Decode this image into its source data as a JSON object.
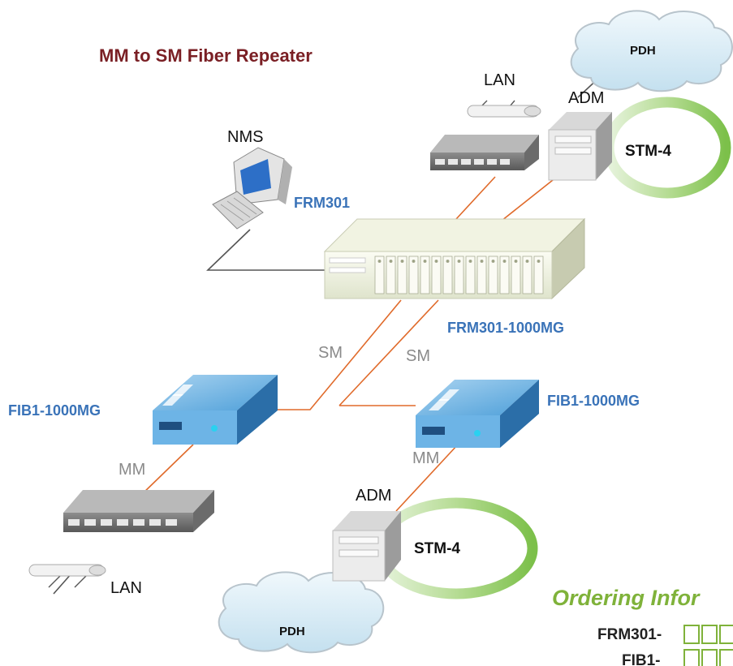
{
  "title": "MM to SM Fiber Repeater",
  "labels": {
    "nms": "NMS",
    "frm301": "FRM301",
    "frm301_chassis": "FRM301-1000MG",
    "lan_top": "LAN",
    "lan_bottom": "LAN",
    "adm_top": "ADM",
    "adm_bottom": "ADM",
    "stm4_top": "STM-4",
    "stm4_bottom": "STM-4",
    "pdh_top": "PDH",
    "pdh_bottom": "PDH",
    "sm_left": "SM",
    "sm_right": "SM",
    "mm_left": "MM",
    "mm_right": "MM",
    "fib1_left": "FIB1-1000MG",
    "fib1_right": "FIB1-1000MG"
  },
  "ordering": {
    "heading": "Ordering Infor",
    "items": [
      "FRM301-",
      "FIB1-"
    ]
  },
  "colors": {
    "title": "#7a1f24",
    "device_label": "#3a73b8",
    "fiber_link": "#e06a2a",
    "ordering": "#7fb23a",
    "ring": "#8cc85a",
    "cloud": "#d7ecf6"
  }
}
